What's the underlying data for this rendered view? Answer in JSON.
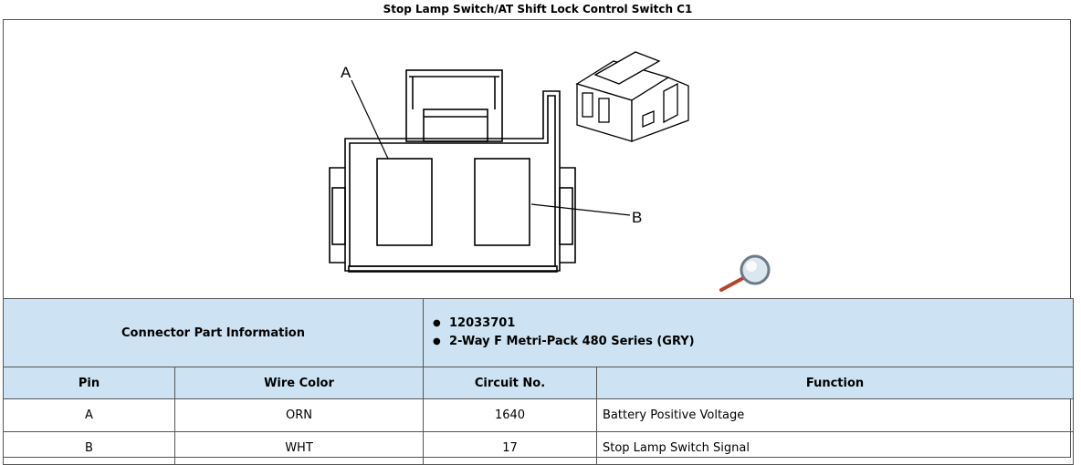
{
  "title": "Stop Lamp Switch/AT Shift Lock Control Switch C1",
  "diagram": {
    "callouts": [
      "A",
      "B"
    ],
    "zoom_icon": "magnifier-icon"
  },
  "connector": {
    "label": "Connector Part Information",
    "items": [
      "12033701",
      "2-Way F Metri-Pack 480 Series (GRY)"
    ]
  },
  "table": {
    "headers": [
      "Pin",
      "Wire Color",
      "Circuit No.",
      "Function"
    ],
    "rows": [
      [
        "A",
        "ORN",
        "1640",
        "Battery Positive Voltage"
      ],
      [
        "B",
        "WHT",
        "17",
        "Stop Lamp Switch Signal"
      ]
    ]
  },
  "colors": {
    "header_bg": "#cde3f3",
    "border": "#555555"
  }
}
